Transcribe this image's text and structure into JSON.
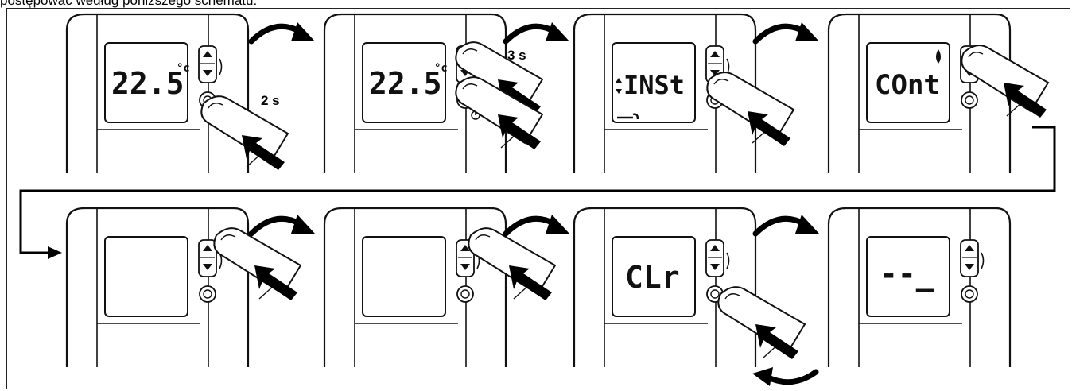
{
  "caption": "postępować według poniższego schematu:",
  "steps": [
    {
      "display": "22.5",
      "unit": "°c",
      "hold": "2 s"
    },
    {
      "display": "22.5",
      "unit": "°c",
      "hold": "3 s"
    },
    {
      "display": "INSt"
    },
    {
      "display": "COnt"
    },
    {
      "display": ""
    },
    {
      "display": ""
    },
    {
      "display": "CLr"
    },
    {
      "display": "--_"
    }
  ]
}
